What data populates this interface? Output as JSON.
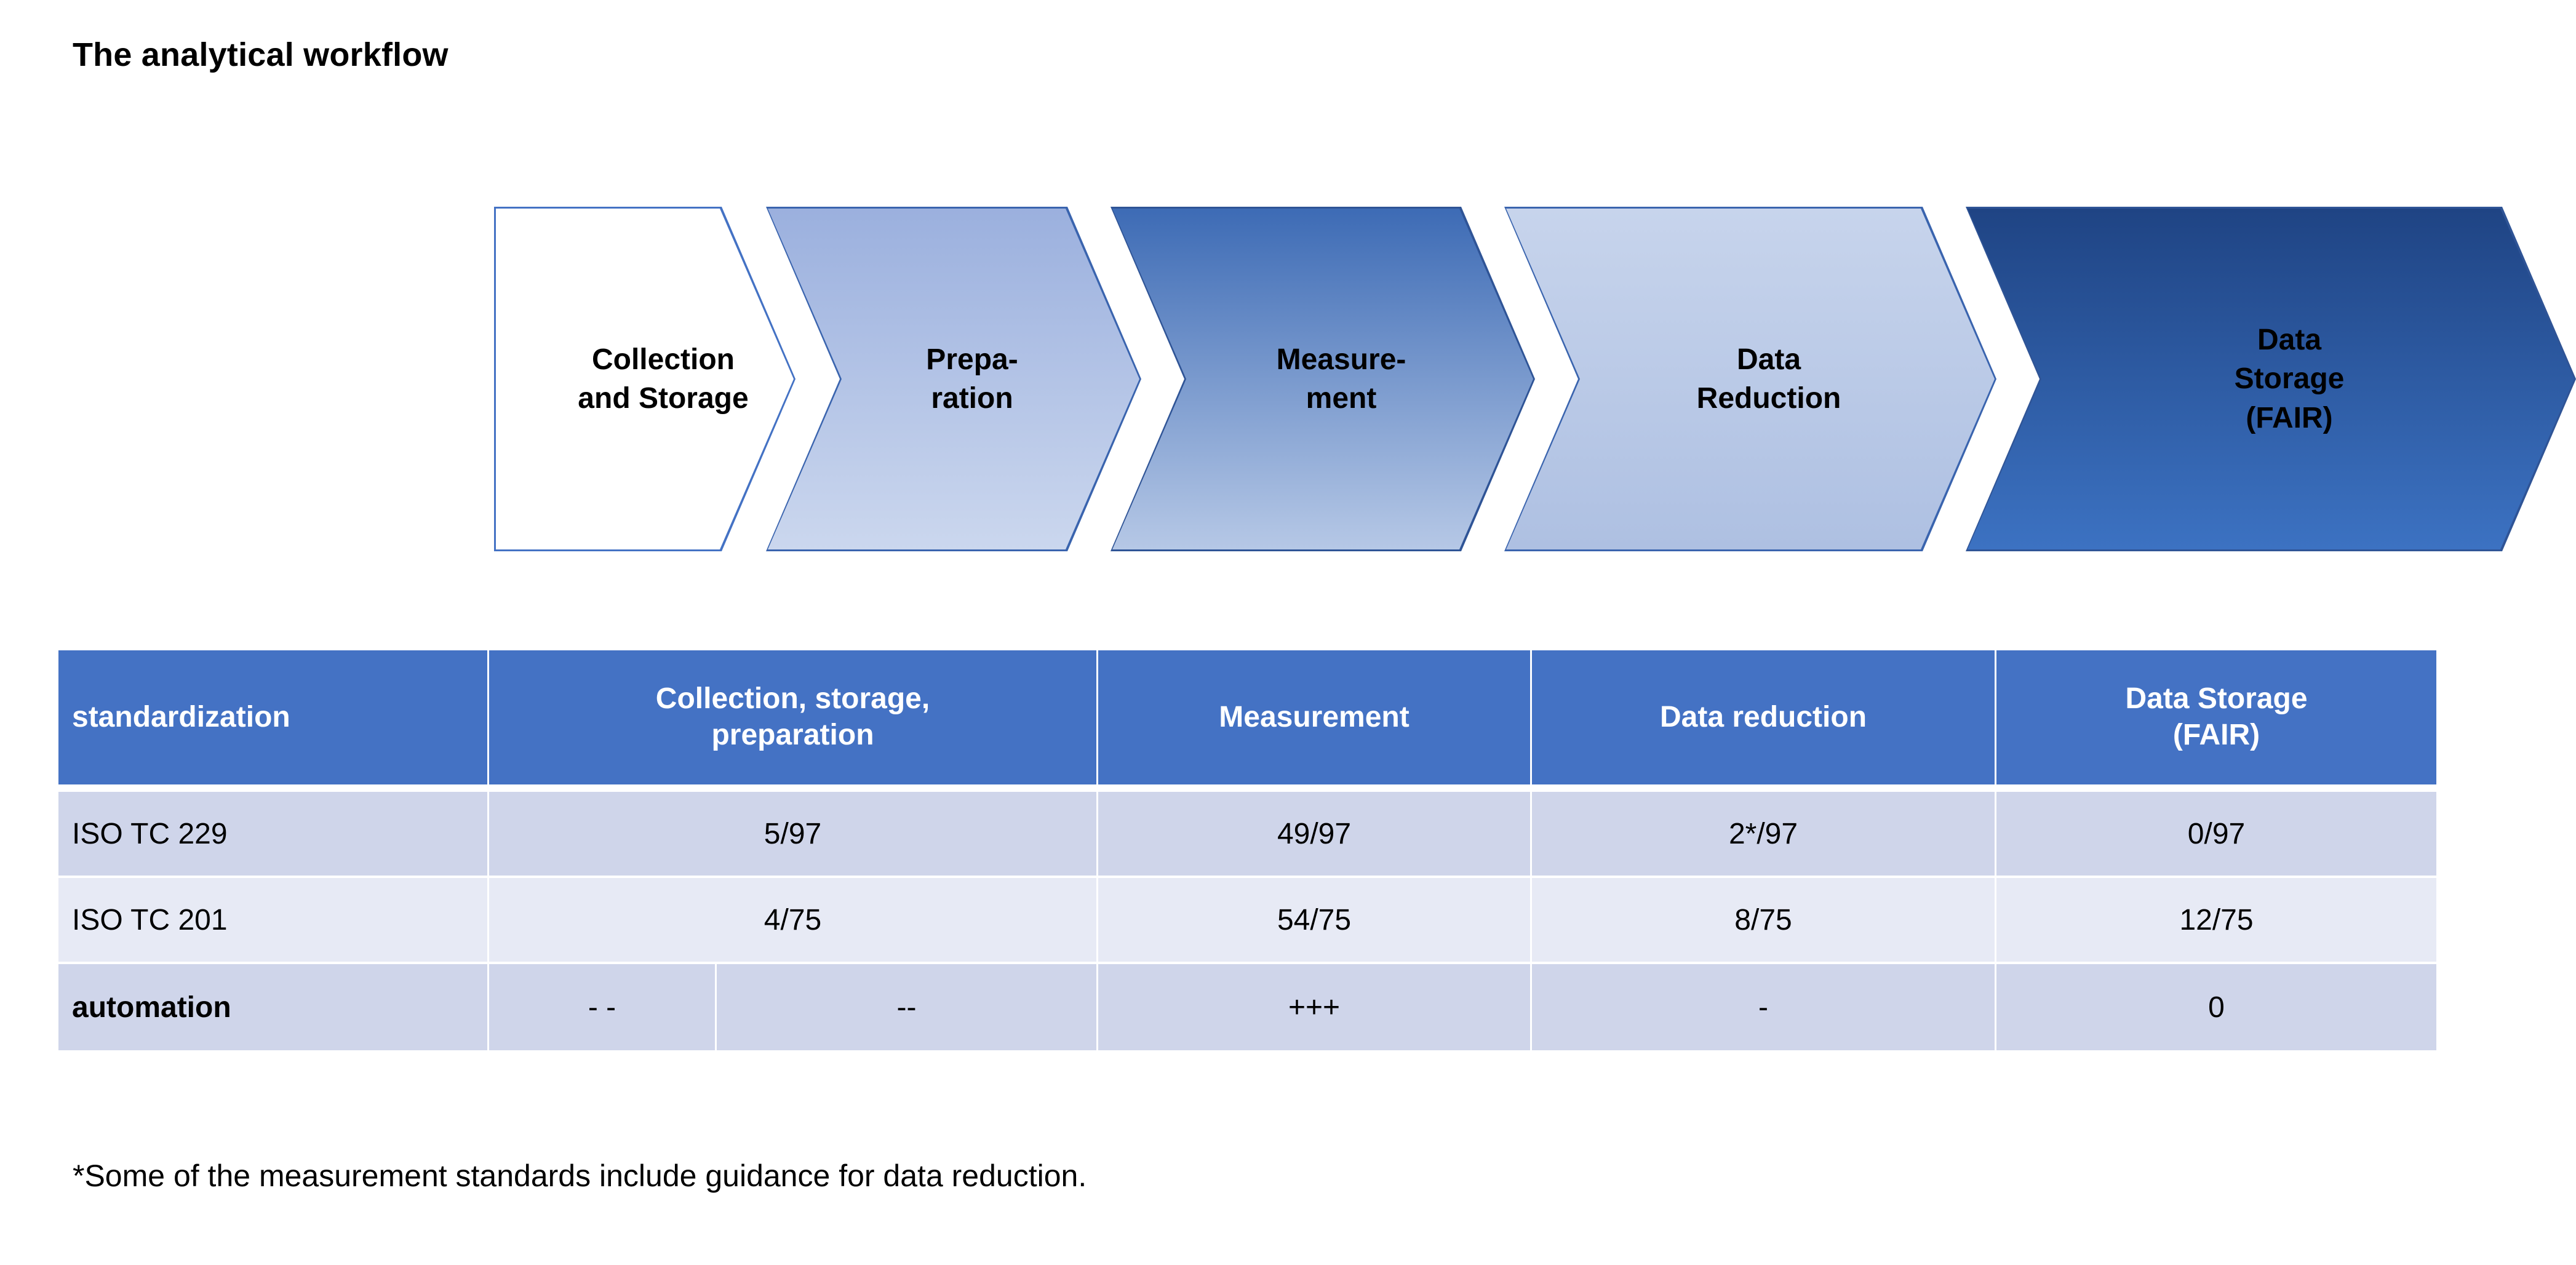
{
  "page": {
    "title": "The analytical workflow",
    "footnote": "*Some of the measurement standards include guidance for data reduction."
  },
  "colors": {
    "header_blue": "#4472C4",
    "chevron_outline": "#3A64AE",
    "row_dark": "#CFD5EA",
    "row_light": "#E7EAF5",
    "text": "#000000"
  },
  "workflow": {
    "steps": [
      {
        "label": "Collection\nand Storage",
        "fill_top": "#FFFFFF",
        "fill_bottom": "#FFFFFF",
        "outline": "#4472C4"
      },
      {
        "label": "Prepa-\nration",
        "fill_top": "#9BB0DE",
        "fill_bottom": "#CBD7EE",
        "outline": "#3A64AE"
      },
      {
        "label": "Measure-\nment",
        "fill_top": "#3D6BB5",
        "fill_bottom": "#B6C8E6",
        "outline": "#2F5496"
      },
      {
        "label": "Data\nReduction",
        "fill_top": "#C7D4EC",
        "fill_bottom": "#AEC0E2",
        "outline": "#3A64AE"
      },
      {
        "label": "Data\nStorage\n(FAIR)",
        "fill_top": "#1F4484",
        "fill_bottom": "#3C72C2",
        "outline": "#2F5496"
      }
    ]
  },
  "table": {
    "headers": [
      "standardization",
      "Collection, storage,\npreparation",
      "Measurement",
      "Data reduction",
      "Data Storage\n(FAIR)"
    ],
    "rows": [
      {
        "style": "row-dark",
        "label": "ISO TC 229",
        "cells": [
          "5/97",
          "49/97",
          "2*/97",
          "0/97"
        ],
        "split_second": false
      },
      {
        "style": "row-light",
        "label": "ISO TC 201",
        "cells": [
          "4/75",
          "54/75",
          "8/75",
          "12/75"
        ],
        "split_second": false
      },
      {
        "style": "row-auto",
        "label": "automation",
        "cells_split": [
          "- -",
          "--"
        ],
        "cells": [
          "+++",
          "-",
          "0"
        ],
        "split_second": true
      }
    ]
  },
  "chart_data": {
    "type": "table",
    "title": "The analytical workflow",
    "columns": [
      "standardization",
      "Collection, storage, preparation",
      "Measurement",
      "Data reduction",
      "Data Storage (FAIR)"
    ],
    "rows": [
      [
        "ISO TC 229",
        "5/97",
        "49/97",
        "2*/97",
        "0/97"
      ],
      [
        "ISO TC 201",
        "4/75",
        "54/75",
        "8/75",
        "12/75"
      ],
      [
        "automation",
        "- - / --",
        "+++",
        "-",
        "0"
      ]
    ],
    "annotations": [
      "*Some of the measurement standards include guidance for data reduction."
    ],
    "stages": [
      "Collection and Storage",
      "Preparation",
      "Measurement",
      "Data Reduction",
      "Data Storage (FAIR)"
    ]
  }
}
